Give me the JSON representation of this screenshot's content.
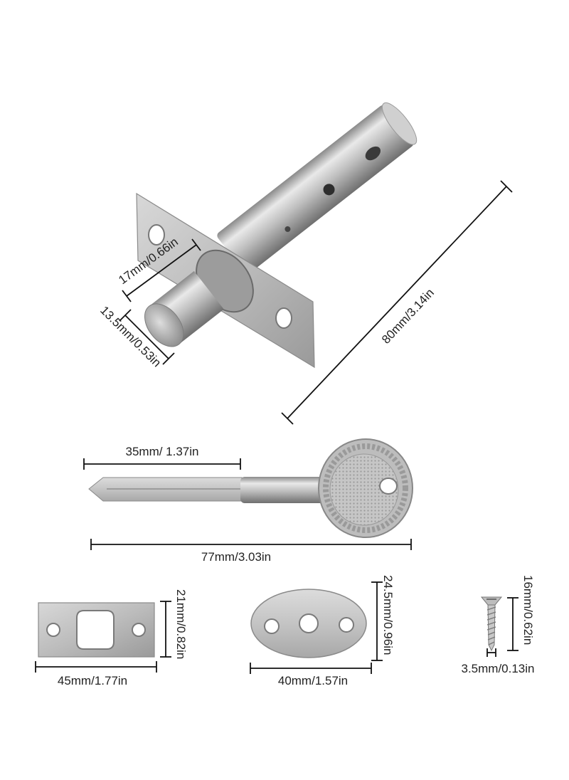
{
  "dimensions": {
    "bolt_diameter": "17mm/0.66in",
    "bolt_tip": "13.5mm/0.53in",
    "bolt_length": "80mm/3.14in",
    "key_shaft": "35mm/ 1.37in",
    "key_length": "77mm/3.03in",
    "strike_plate_height": "21mm/0.82in",
    "strike_plate_width": "45mm/1.77in",
    "cover_plate_height": "24.5mm/0.96in",
    "cover_plate_width": "40mm/1.57in",
    "screw_length": "16mm/0.62in",
    "screw_diameter": "3.5mm/0.13in"
  },
  "colors": {
    "steel_light": "#e2e2e2",
    "steel_mid": "#b4b4b4",
    "steel_dark": "#7c7c7c",
    "line": "#111111"
  }
}
